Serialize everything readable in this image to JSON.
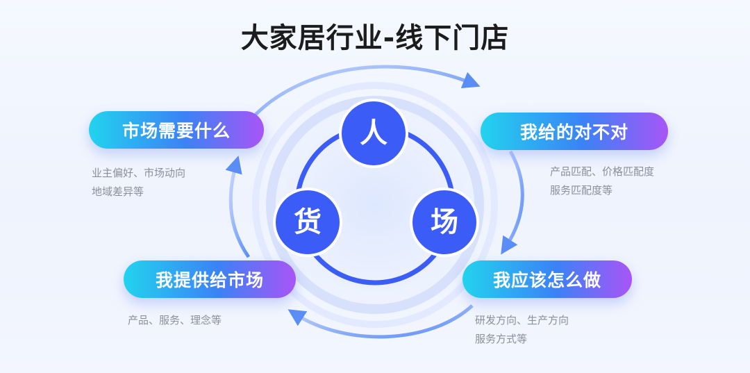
{
  "title": "大家居行业-线下门店",
  "center": {
    "nodes": [
      "人",
      "货",
      "场"
    ]
  },
  "cards": [
    {
      "label": "市场需要什么",
      "desc": [
        "业主偏好、市场动向",
        "地域差异等"
      ]
    },
    {
      "label": "我给的对不对",
      "desc": [
        "产品匹配、价格匹配度",
        "服务匹配度等"
      ]
    },
    {
      "label": "我应该怎么做",
      "desc": [
        "研发方向、生产方向",
        "服务方式等"
      ]
    },
    {
      "label": "我提供给市场",
      "desc": [
        "产品、服务、理念等"
      ]
    }
  ],
  "colors": {
    "node_blue": "#3b5cf6",
    "gradient_start": "#22d3ee",
    "gradient_end": "#a855f7"
  }
}
